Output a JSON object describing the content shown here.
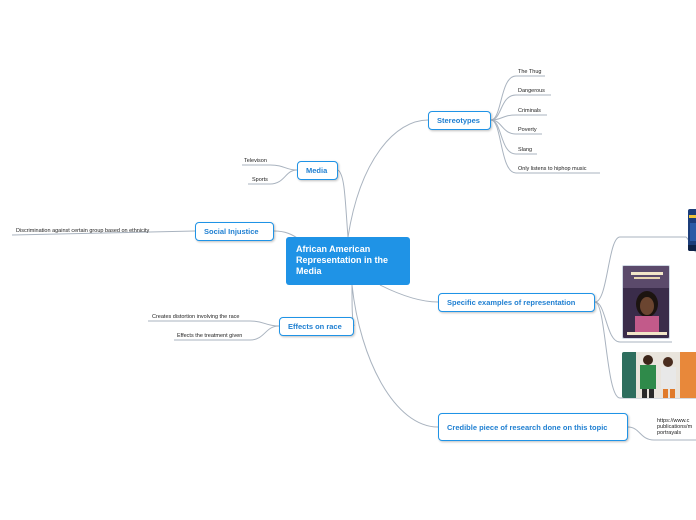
{
  "central": {
    "label": "African American Representation in the Media"
  },
  "topics": {
    "stereotypes": "Stereotypes",
    "media": "Media",
    "social_injustice": "Social Injustice",
    "effects": "Effects on race",
    "examples": "Specific examples of representation",
    "research": "Credible piece of research done on this topic"
  },
  "stereotypes_items": [
    "The Thug",
    "Dangerous",
    "Criminals",
    "Poverty",
    "Slang",
    "Only listens to hiphop music"
  ],
  "media_items": [
    "Televison",
    "Sports"
  ],
  "social_injustice_items": [
    "Discrimination against certain group based on ethnicity"
  ],
  "effects_items": [
    "Creates distortion involving the race",
    "Effects the treatment given"
  ],
  "research_items": {
    "url_line1": "https://www.c",
    "url_line2": "publications/m",
    "url_line3": "portrayals"
  },
  "colors": {
    "accent": "#1f93e6",
    "connector": "#a9b3bf"
  }
}
